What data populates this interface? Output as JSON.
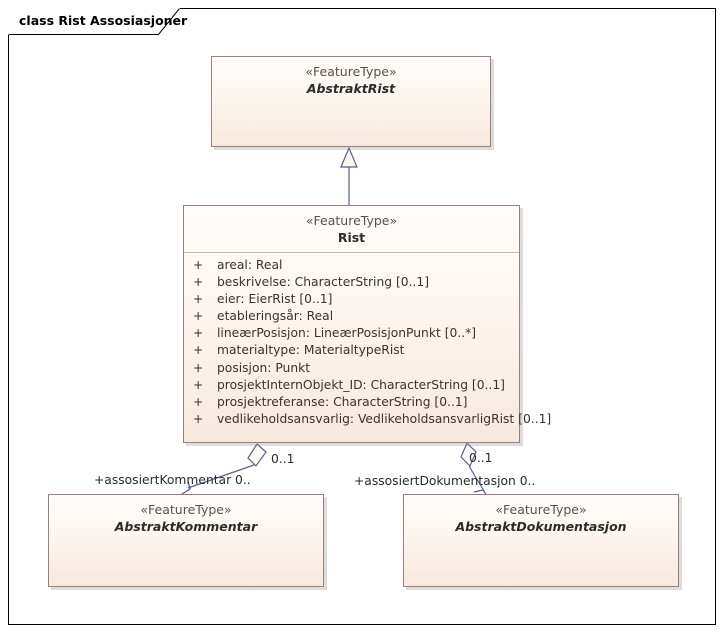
{
  "diagram": {
    "frame_title": "class Rist Assosiasjoner",
    "colors": {
      "class_border": "#9a7f7f",
      "class_fill_top": "#fffdfb",
      "class_fill_bottom": "#f7e9de",
      "connector": "#5b5f86",
      "frame_border": "#000000",
      "text": "#2b2b2b",
      "stereotype_text": "#5c5148"
    }
  },
  "classes": {
    "abstrakt_rist": {
      "stereotype": "«FeatureType»",
      "name": "AbstraktRist",
      "abstract": true
    },
    "rist": {
      "stereotype": "«FeatureType»",
      "name": "Rist",
      "abstract": false,
      "attributes": [
        {
          "visibility": "+",
          "text": "areal: Real"
        },
        {
          "visibility": "+",
          "text": "beskrivelse: CharacterString [0..1]"
        },
        {
          "visibility": "+",
          "text": "eier: EierRist [0..1]"
        },
        {
          "visibility": "+",
          "text": "etableringsår: Real"
        },
        {
          "visibility": "+",
          "text": "lineærPosisjon: LineærPosisjonPunkt [0..*]"
        },
        {
          "visibility": "+",
          "text": "materialtype: MaterialtypeRist"
        },
        {
          "visibility": "+",
          "text": "posisjon: Punkt"
        },
        {
          "visibility": "+",
          "text": "prosjektInternObjekt_ID: CharacterString [0..1]"
        },
        {
          "visibility": "+",
          "text": "prosjektreferanse: CharacterString [0..1]"
        },
        {
          "visibility": "+",
          "text": "vedlikeholdsansvarlig: VedlikeholdsansvarligRist [0..1]"
        }
      ]
    },
    "abstrakt_kommentar": {
      "stereotype": "«FeatureType»",
      "name": "AbstraktKommentar",
      "abstract": true
    },
    "abstrakt_dokumentasjon": {
      "stereotype": "«FeatureType»",
      "name": "AbstraktDokumentasjon",
      "abstract": true
    }
  },
  "connectors": {
    "generalization": {
      "type": "generalization",
      "from": "Rist",
      "to": "AbstraktRist"
    },
    "kommentar_assoc": {
      "type": "aggregation",
      "from": "Rist",
      "to": "AbstraktKommentar",
      "source_multiplicity": "0..1",
      "target_role": "+assosiertKommentar 0.."
    },
    "dokumentasjon_assoc": {
      "type": "aggregation",
      "from": "Rist",
      "to": "AbstraktDokumentasjon",
      "source_multiplicity": "0..1",
      "target_role": "+assosiertDokumentasjon 0.."
    }
  }
}
